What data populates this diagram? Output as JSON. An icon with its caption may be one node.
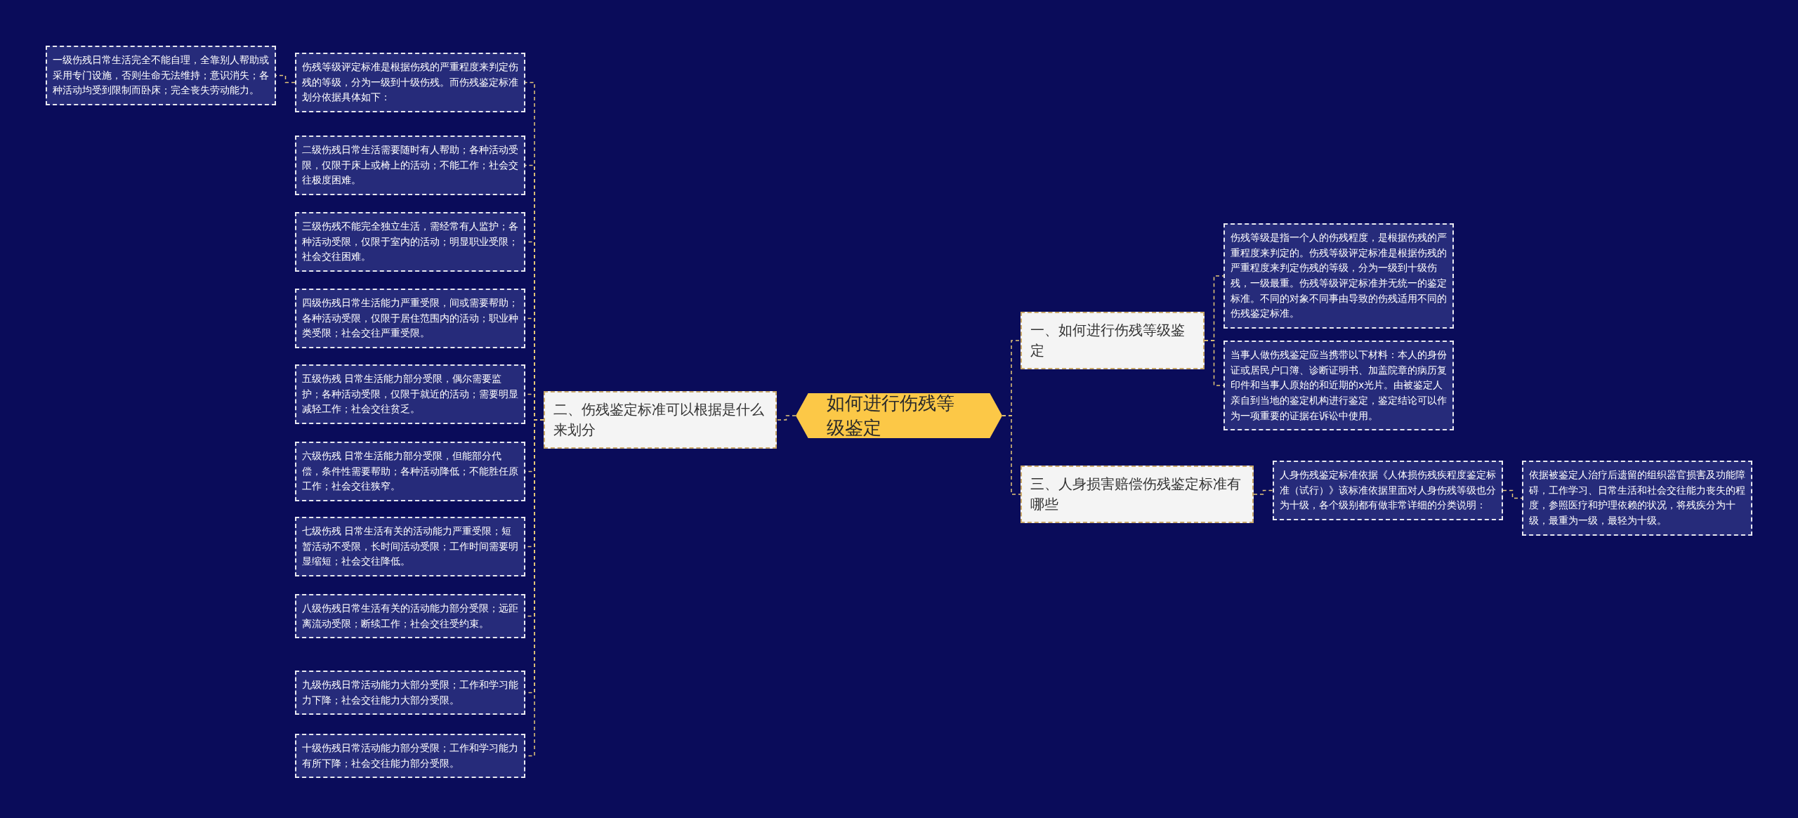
{
  "diagram": {
    "nodes": [
      {
        "text": [
          "如何进行伤残等级鉴定"
        ]
      },
      {
        "text": [
          "一、如何进行伤残等级鉴定"
        ]
      },
      {
        "text": [
          "伤残等级是指一个人的伤残程度，是根据伤残的严重程度来判定的。伤残等级评定标准是根据伤残的严重程度来判定伤残的等级，分为一级到十级伤残，一级最重。伤残等级评定标准并无统一的鉴定标准。不同的对象不同事由导致的伤残适用不同的伤残鉴定标准。"
        ]
      },
      {
        "text": [
          "当事人做伤残鉴定应当携带以下材料：本人的身份证或居民户口簿、诊断证明书、加盖院章的病历复印件和当事人原始的和近期的x光片。由被鉴定人亲自到当地的鉴定机构进行鉴定，鉴定结论可以作为一项重要的证据在诉讼中使用。"
        ]
      },
      {
        "text": [
          "二、伤残鉴定标准可以根据是什么来划分"
        ]
      },
      {
        "text": [
          "伤残等级评定标准是根据伤残的严重程度来判定伤残的等级，分为一级到十级伤残。而伤残鉴定标准划分依据具体如下："
        ]
      },
      {
        "text": [
          "一级伤残日常生活完全不能自理，全靠别人帮助或采用专门设施，否则生命无法维持；意识消失；各种活动均受到限制而卧床；完全丧失劳动能力。"
        ]
      },
      {
        "text": [
          "二级伤残日常生活需要随时有人帮助；各种活动受限，仅限于床上或椅上的活动；不能工作；社会交往极度困难。"
        ]
      },
      {
        "text": [
          "三级伤残不能完全独立生活，需经常有人监护；各种活动受限，仅限于室内的活动；明显职业受限；社会交往困难。"
        ]
      },
      {
        "text": [
          "四级伤残日常生活能力严重受限，间或需要帮助；各种活动受限，仅限于居住范围内的活动；职业种类受限；社会交往严重受限。"
        ]
      },
      {
        "text": [
          "五级伤残 日常生活能力部分受限，偶尔需要监护；各种活动受限，仅限于就近的活动；需要明显减轻工作；社会交往贫乏。"
        ]
      },
      {
        "text": [
          "六级伤残 日常生活能力部分受限，但能部分代偿，条件性需要帮助；各种活动降低；不能胜任原工作；社会交往狭窄。"
        ]
      },
      {
        "text": [
          "七级伤残 日常生活有关的活动能力严重受限；短暂活动不受限，长时间活动受限；工作时间需要明显缩短；社会交往降低。"
        ]
      },
      {
        "text": [
          "八级伤残日常生活有关的活动能力部分受限；远距离流动受限；断续工作；社会交往受约束。"
        ]
      },
      {
        "text": [
          "九级伤残日常活动能力大部分受限；工作和学习能力下降；社会交往能力大部分受限。"
        ]
      },
      {
        "text": [
          "十级伤残日常活动能力部分受限；工作和学习能力有所下降；社会交往能力部分受限。"
        ]
      },
      {
        "text": [
          "三、人身损害赔偿伤残鉴定标准有哪些"
        ]
      },
      {
        "text": [
          "人身伤残鉴定标准依据《人体损伤残疾程度鉴定标准（试行）》该标准依据里面对人身伤残等级也分为十级，各个级别都有做非常详细的分类说明："
        ]
      },
      {
        "text": [
          "依据被鉴定人治疗后遗留的组织器官损害及功能障碍，工作学习、日常生活和社会交往能力丧失的程度，参照医疗和护理依赖的状况，将残疾分为十级，最重为一级，最轻为十级。"
        ]
      }
    ],
    "edges": [
      {
        "from": 0,
        "to": 1,
        "arrow": "none"
      },
      {
        "from": 1,
        "to": 2,
        "arrow": "none"
      },
      {
        "from": 1,
        "to": 3,
        "arrow": "none"
      },
      {
        "from": 0,
        "to": 4,
        "arrow": "none"
      },
      {
        "from": 4,
        "to": 5,
        "arrow": "none"
      },
      {
        "from": 5,
        "to": 6,
        "arrow": "none"
      },
      {
        "from": 4,
        "to": 7,
        "arrow": "none"
      },
      {
        "from": 4,
        "to": 8,
        "arrow": "none"
      },
      {
        "from": 4,
        "to": 9,
        "arrow": "none"
      },
      {
        "from": 4,
        "to": 10,
        "arrow": "none"
      },
      {
        "from": 4,
        "to": 11,
        "arrow": "none"
      },
      {
        "from": 4,
        "to": 12,
        "arrow": "none"
      },
      {
        "from": 4,
        "to": 13,
        "arrow": "none"
      },
      {
        "from": 4,
        "to": 14,
        "arrow": "none"
      },
      {
        "from": 4,
        "to": 15,
        "arrow": "none"
      },
      {
        "from": 0,
        "to": 16,
        "arrow": "none"
      },
      {
        "from": 16,
        "to": 17,
        "arrow": "none"
      },
      {
        "from": 17,
        "to": 18,
        "arrow": "none"
      }
    ]
  }
}
